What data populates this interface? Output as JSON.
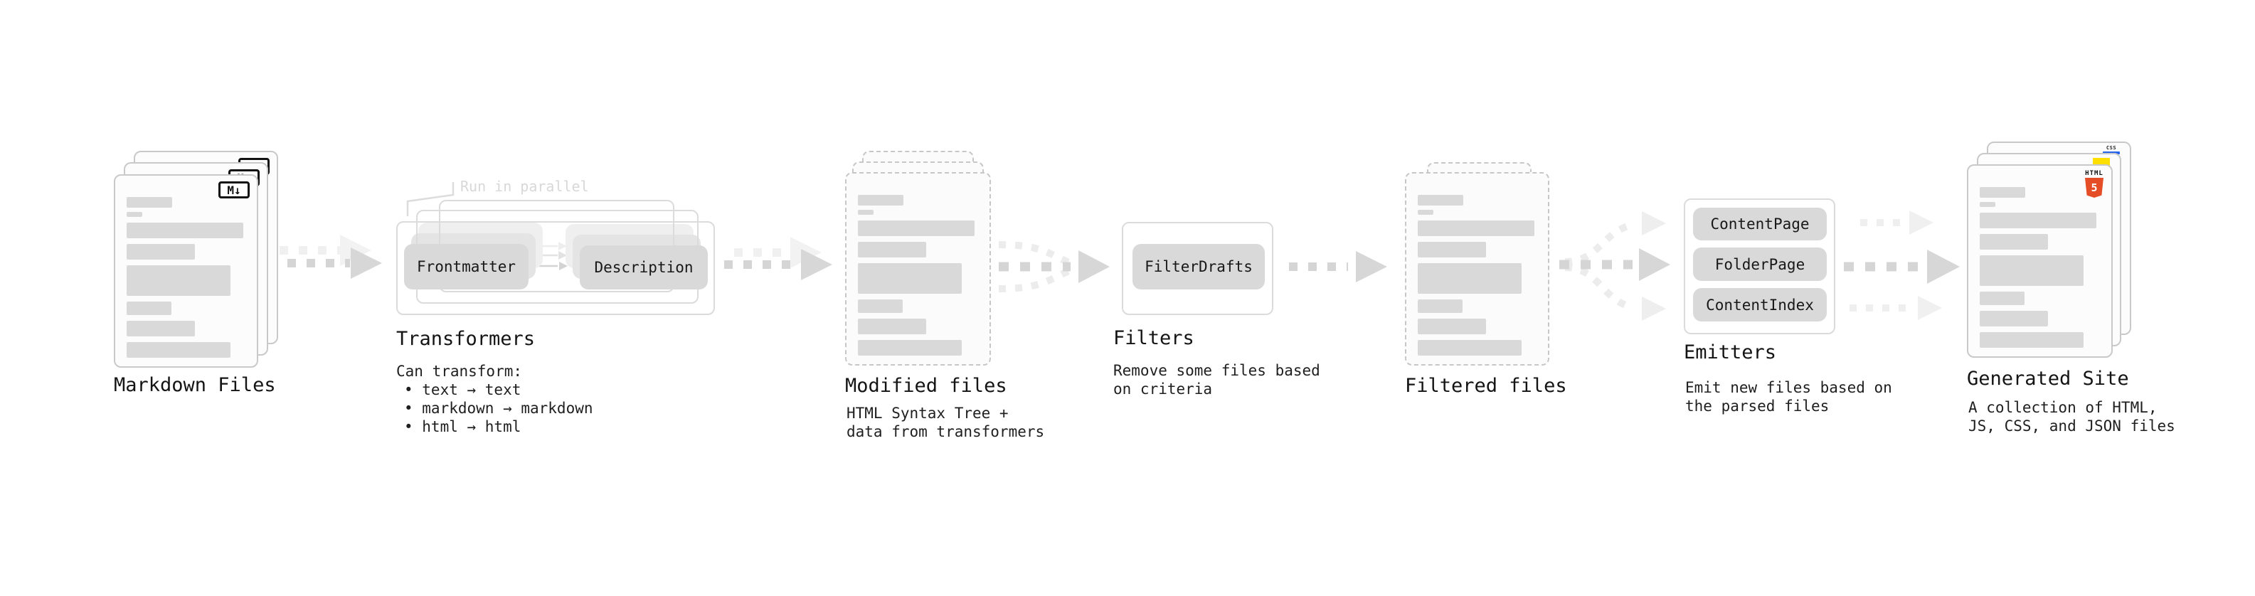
{
  "stages": {
    "markdown": {
      "label": "Markdown Files",
      "badge": "M↓"
    },
    "transformers": {
      "label": "Transformers",
      "note": "Run in parallel",
      "items": [
        "Frontmatter",
        "Description"
      ],
      "desc_heading": "Can transform:",
      "bullets": [
        "• text → text",
        "• markdown → markdown",
        "• html → html"
      ]
    },
    "modified": {
      "label": "Modified files",
      "desc_line1": "HTML Syntax Tree +",
      "desc_line2": "data from transformers"
    },
    "filters": {
      "label": "Filters",
      "items": [
        "FilterDrafts"
      ],
      "desc_line1": "Remove some files based",
      "desc_line2": "on criteria"
    },
    "filtered": {
      "label": "Filtered files"
    },
    "emitters": {
      "label": "Emitters",
      "items": [
        "ContentPage",
        "FolderPage",
        "ContentIndex"
      ],
      "desc_line1": "Emit new files based on",
      "desc_line2": "the parsed files"
    },
    "generated": {
      "label": "Generated Site",
      "desc_line1": "A collection of HTML,",
      "desc_line2": "JS, CSS, and JSON files",
      "badge_html_label": "HTML",
      "badge_html_number": "5",
      "badge_css": "CSS"
    }
  },
  "colors": {
    "bar_gray": "#d9d9d9",
    "node_gray": "#d9d9d9",
    "outline_gray": "#dbdbdb",
    "arrow_dark": "#d5d5d5",
    "arrow_light": "#efefef",
    "doc_border": "#c9c9c9",
    "html5_orange": "#e44d26",
    "js_yellow": "#ffdf00",
    "css_blue": "#2563eb",
    "text_dark": "#141414",
    "note_gray": "#d8d8d8"
  }
}
